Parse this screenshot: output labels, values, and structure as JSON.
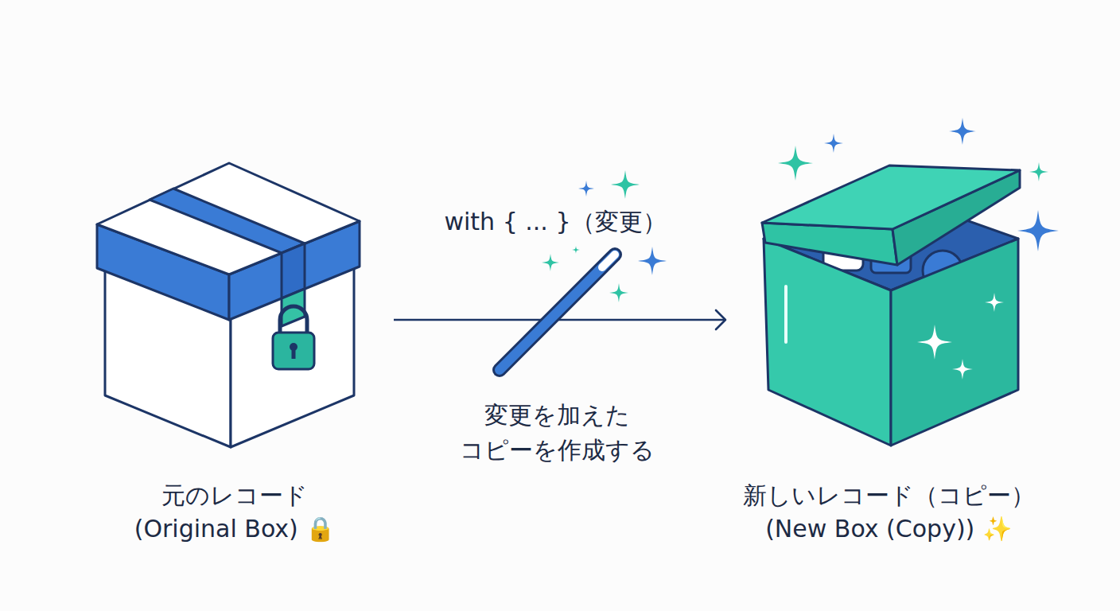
{
  "diagram": {
    "nodes": [
      {
        "text": [
          "元のレコード",
          "(Original Box) 🔒"
        ]
      },
      {
        "text": [
          "新しいレコード（コピー）",
          "(New Box (Copy)) ✨"
        ]
      }
    ],
    "edges": [
      {
        "from": 0,
        "to": 1,
        "arrow": "to",
        "label": "変更を加えた コピーを作成する"
      }
    ],
    "labels": [
      "with { ... }（変更）"
    ]
  }
}
